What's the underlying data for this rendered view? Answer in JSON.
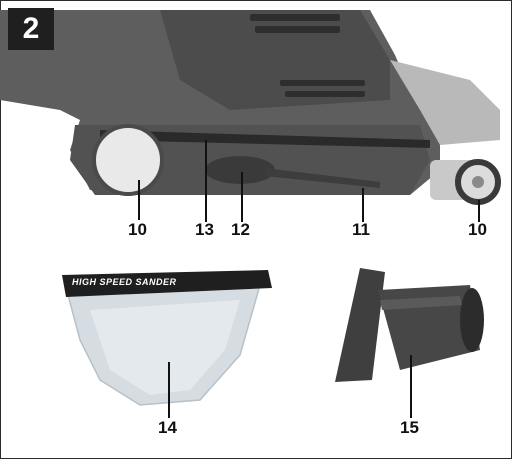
{
  "figure": {
    "number": "2"
  },
  "parts": {
    "dust_bag_brand": "HIGH SPEED SANDER"
  },
  "callouts": {
    "c10_left": "10",
    "c13": "13",
    "c12": "12",
    "c11": "11",
    "c10_right": "10",
    "c14": "14",
    "c15": "15"
  },
  "colors": {
    "tool_body": "#5e5e5e",
    "tool_dark": "#3a3a3a",
    "roller_light": "#e9e9e9",
    "dust_bag": "#d6dde2",
    "adapter": "#3f3f3f"
  }
}
